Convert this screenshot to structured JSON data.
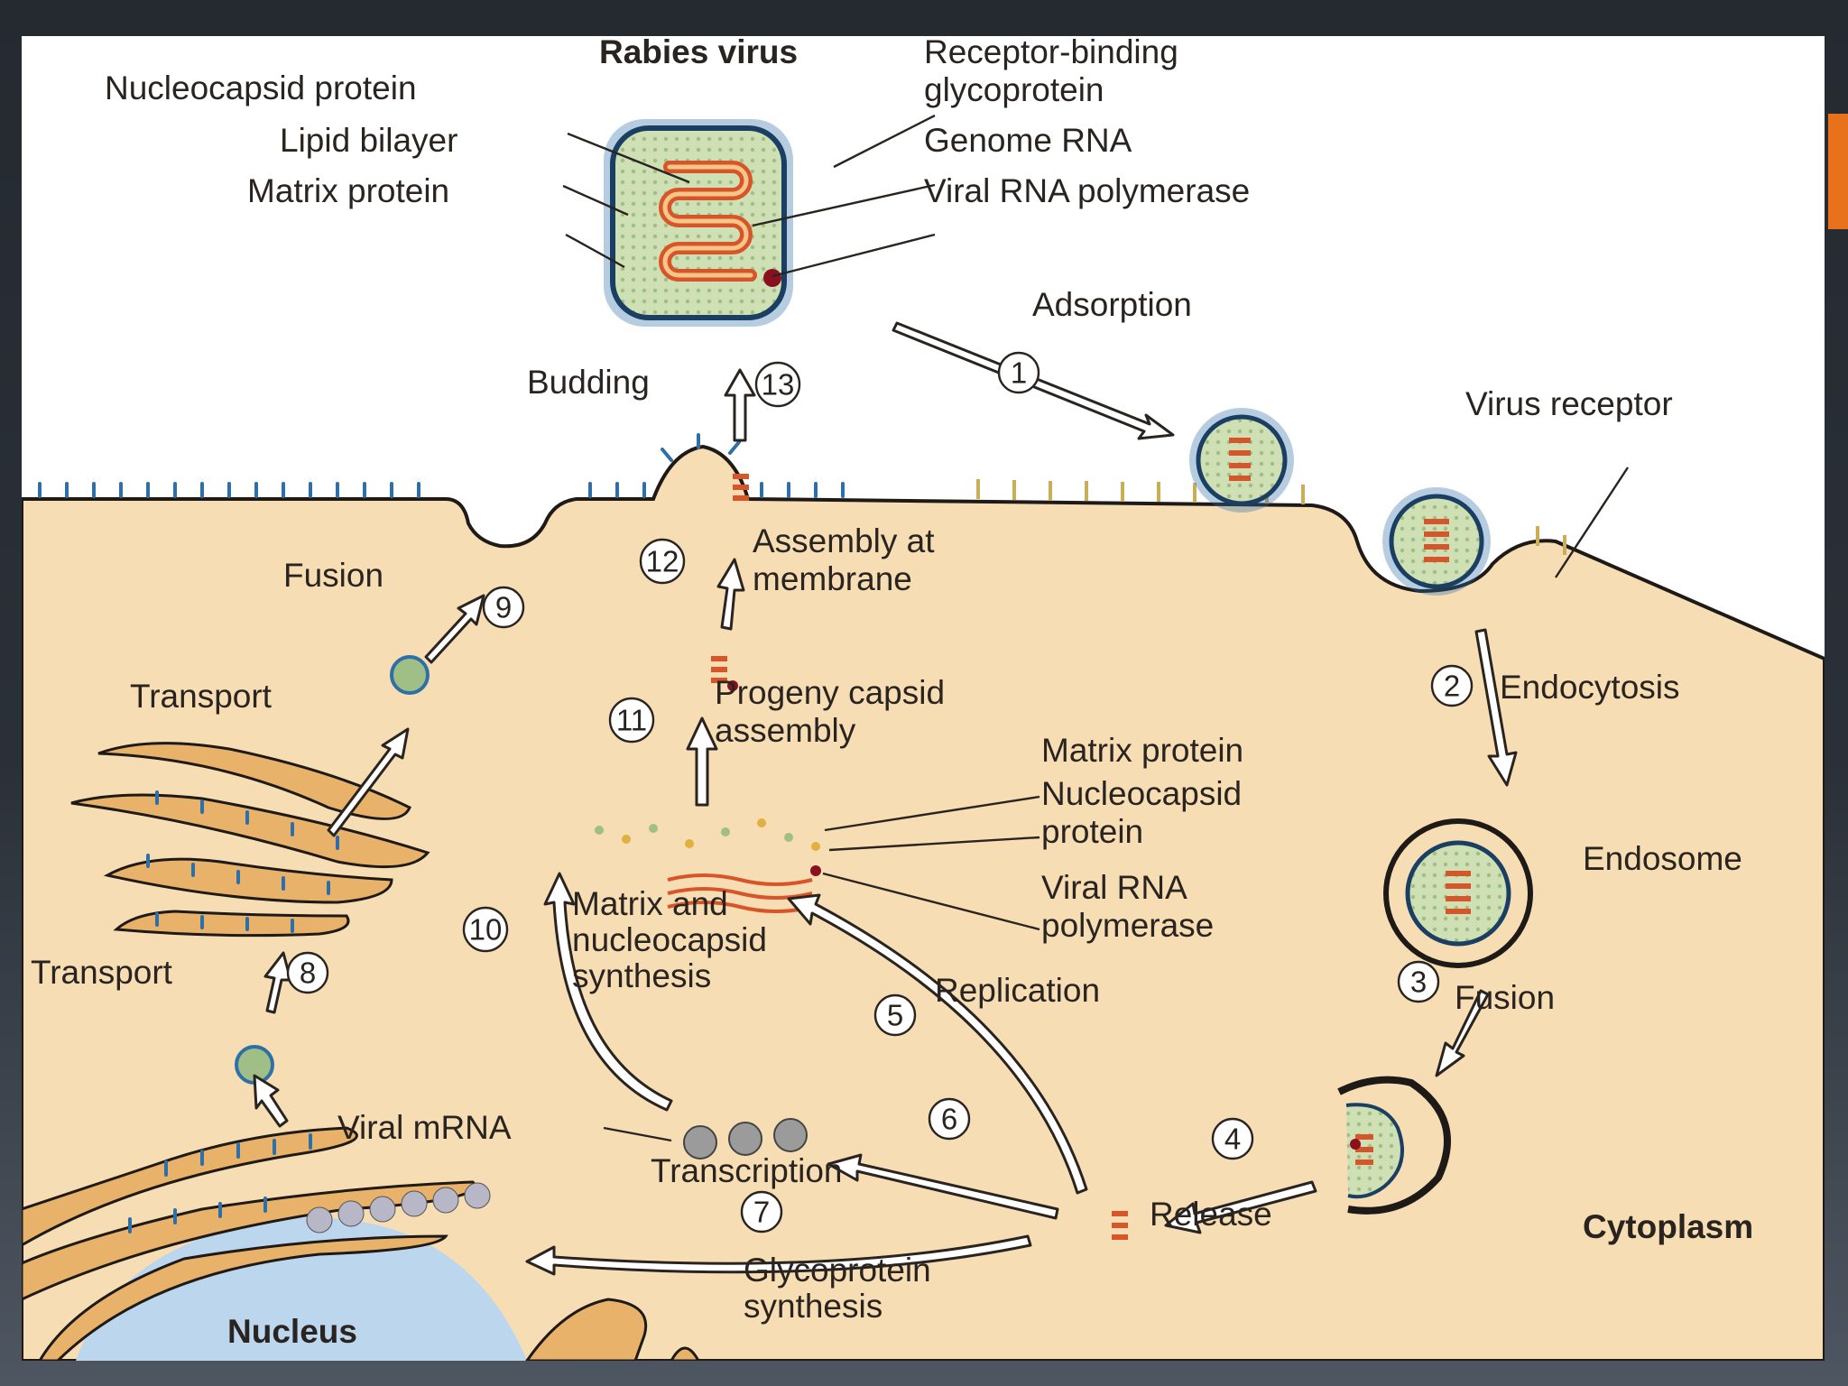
{
  "colors": {
    "accent": "#e8711c",
    "cytoplasm": "#f7ddb4",
    "nucleus": "#bcd6ee",
    "er_golgi": "#e8b26a",
    "glycoprotein_spike": "#2f6fa8",
    "rna": "#d8552a",
    "polymerase": "#8a1020"
  },
  "icons": [
    "rabies-virion-icon",
    "glycoprotein-spike-icon",
    "ribosome-icon",
    "vesicle-icon",
    "endosome-icon"
  ],
  "labels": {
    "virion_title": "Rabies virus",
    "nucleocapsid_protein": "Nucleocapsid protein",
    "lipid_bilayer": "Lipid bilayer",
    "matrix_protein": "Matrix protein",
    "receptor_binding_1": "Receptor-binding",
    "receptor_binding_2": "glycoprotein",
    "genome_rna": "Genome RNA",
    "viral_rna_polymerase": "Viral RNA polymerase",
    "virus_receptor": "Virus receptor",
    "endosome": "Endosome",
    "cytoplasm": "Cytoplasm",
    "nucleus": "Nucleus",
    "pool_matrix_protein": "Matrix protein",
    "pool_nucleocapsid_1": "Nucleocapsid",
    "pool_nucleocapsid_2": "protein",
    "pool_polymerase_1": "Viral RNA",
    "pool_polymerase_2": "polymerase",
    "viral_mrna": "Viral mRNA"
  },
  "steps": [
    {
      "n": "1",
      "text": [
        "Adsorption"
      ]
    },
    {
      "n": "2",
      "text": [
        "Endocytosis"
      ]
    },
    {
      "n": "3",
      "text": [
        "Fusion"
      ]
    },
    {
      "n": "4",
      "text": [
        "Release"
      ]
    },
    {
      "n": "5",
      "text": [
        "Replication"
      ]
    },
    {
      "n": "6",
      "text": [
        "Transcription"
      ]
    },
    {
      "n": "7",
      "text": [
        "Glycoprotein",
        "synthesis"
      ]
    },
    {
      "n": "8",
      "text": [
        "Transport"
      ]
    },
    {
      "n": "9",
      "text": [
        "Fusion"
      ]
    },
    {
      "n": "10",
      "text": [
        "Matrix and",
        "nucleocapsid",
        "synthesis"
      ]
    },
    {
      "n": "11",
      "text": [
        "Progeny capsid",
        "assembly"
      ]
    },
    {
      "n": "12",
      "text": [
        "Assembly at",
        "membrane"
      ]
    },
    {
      "n": "13",
      "text": [
        "Budding"
      ]
    },
    {
      "n": "",
      "text": [
        "Transport"
      ]
    }
  ]
}
